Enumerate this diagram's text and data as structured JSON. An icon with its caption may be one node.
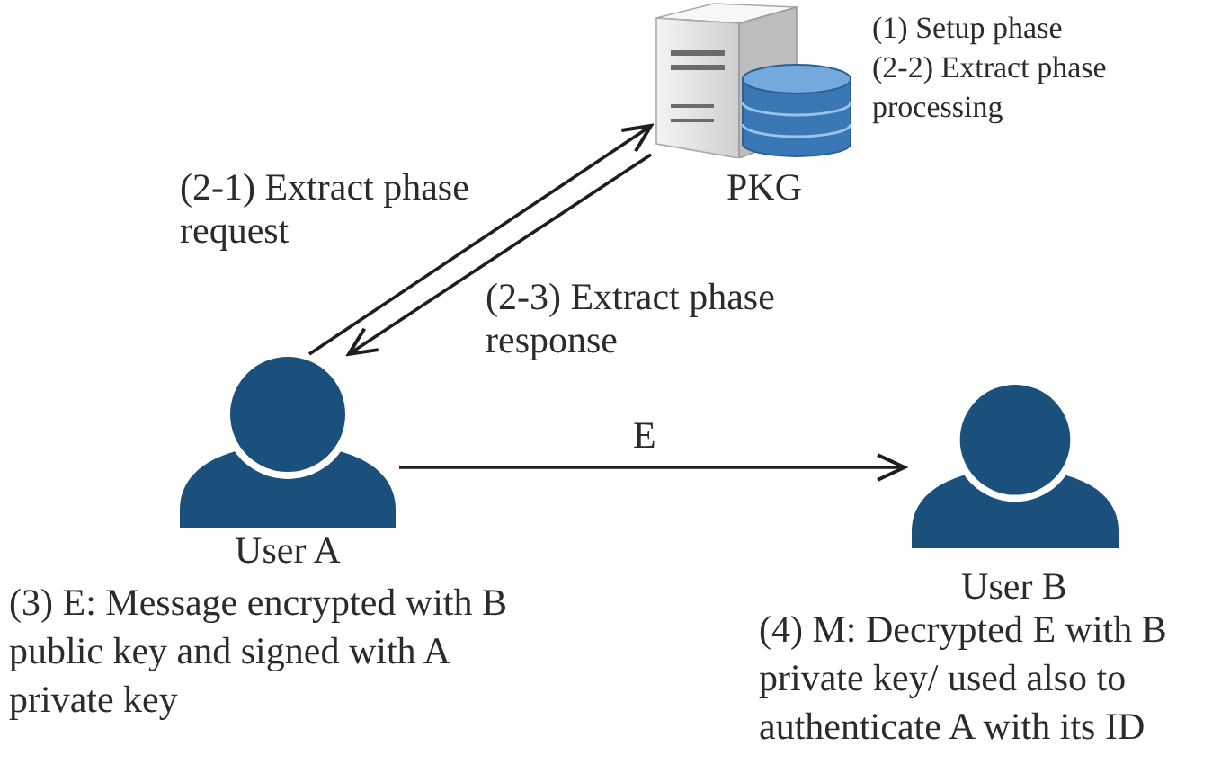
{
  "diagram": {
    "nodes": [
      {
        "text": [
          "PKG"
        ],
        "beside": [
          "(1) Setup phase",
          "(2-2) Extract phase processing"
        ]
      },
      {
        "text": [
          "User A"
        ],
        "beside": [
          "(3) E: Message encrypted with B public key and signed with A private key"
        ]
      },
      {
        "text": [
          "User B"
        ],
        "beside": [
          "(4) M: Decrypted E with B private key/ used also to authenticate A with its ID"
        ]
      }
    ],
    "edges": [
      {
        "from": 1,
        "to": 0,
        "arrow": "to",
        "label": "(2-1) Extract phase request"
      },
      {
        "from": 0,
        "to": 1,
        "arrow": "to",
        "label": "(2-3) Extract phase response"
      },
      {
        "from": 1,
        "to": 2,
        "arrow": "to",
        "label": "E"
      }
    ]
  }
}
